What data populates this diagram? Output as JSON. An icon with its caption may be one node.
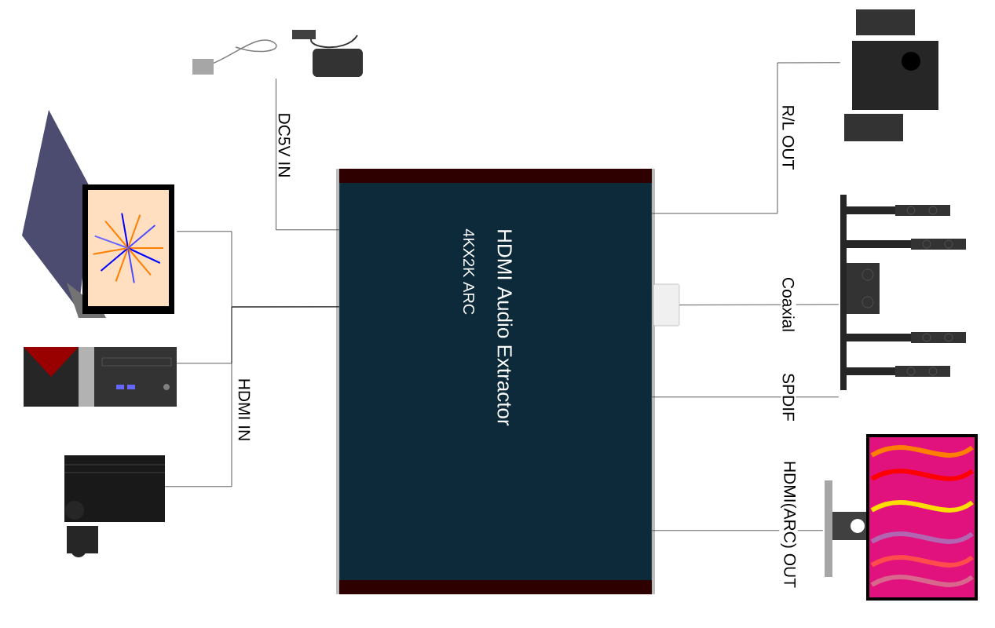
{
  "diagram": {
    "nodes": [
      {
        "text": [
          "HDMI Audio Extractor",
          "4KX2K ARC"
        ]
      },
      {
        "text": [],
        "shape": "picture"
      },
      {
        "text": [],
        "shape": "picture"
      },
      {
        "text": [],
        "shape": "picture"
      },
      {
        "text": [],
        "shape": "picture"
      },
      {
        "text": [],
        "shape": "picture"
      },
      {
        "text": [],
        "shape": "picture"
      },
      {
        "text": [],
        "shape": "picture"
      },
      {
        "text": [],
        "shape": "box"
      }
    ],
    "edges": [
      {
        "from": 1,
        "to": 0,
        "arrow": "none",
        "label": "DC5V IN"
      },
      {
        "from": 2,
        "to": 0,
        "arrow": "none"
      },
      {
        "from": 3,
        "to": 0,
        "arrow": "none",
        "label": "HDMI IN"
      },
      {
        "from": 4,
        "to": 0,
        "arrow": "none"
      },
      {
        "from": 0,
        "to": 5,
        "arrow": "none",
        "label": "R/L OUT"
      },
      {
        "from": 8,
        "to": 6,
        "arrow": "none",
        "label": "Coaxial"
      },
      {
        "from": 0,
        "to": 6,
        "arrow": "none",
        "label": "SPDIF"
      },
      {
        "from": 0,
        "to": 7,
        "arrow": "none",
        "label": "HDMI(ARC) OUT"
      }
    ]
  }
}
